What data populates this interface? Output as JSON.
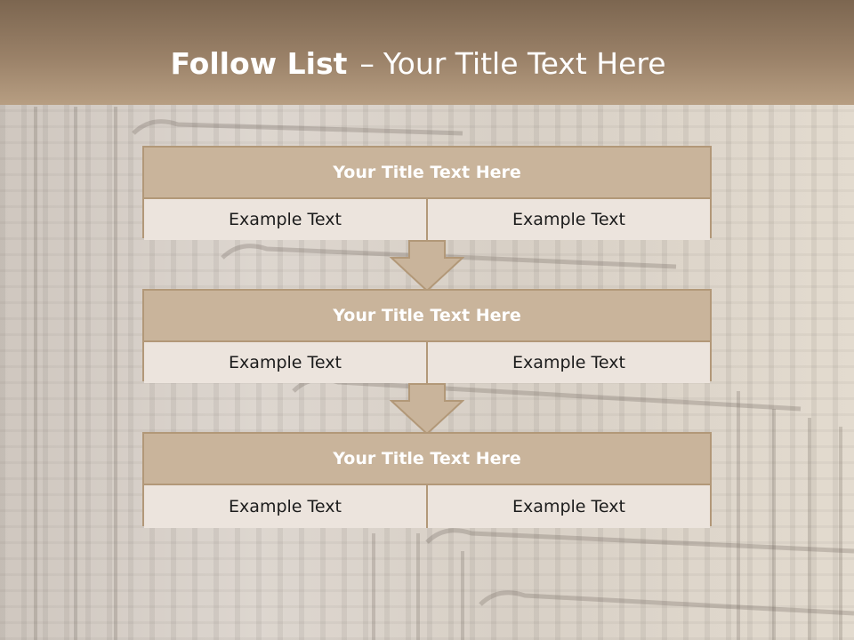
{
  "slide": {
    "title_bold": "Follow List",
    "title_dash": "–",
    "title_rest": "Your Title Text Here"
  },
  "boxes": [
    {
      "title": "Your Title Text Here",
      "left": "Example Text",
      "right": "Example Text"
    },
    {
      "title": "Your Title Text Here",
      "left": "Example Text",
      "right": "Example Text"
    },
    {
      "title": "Your Title Text Here",
      "left": "Example Text",
      "right": "Example Text"
    }
  ],
  "colors": {
    "header": "#9a8168",
    "box_title_fill": "#c9b49b",
    "box_border": "#b29878",
    "box_body_fill": "#ece4dd",
    "arrow_fill": "#c9b49b"
  }
}
